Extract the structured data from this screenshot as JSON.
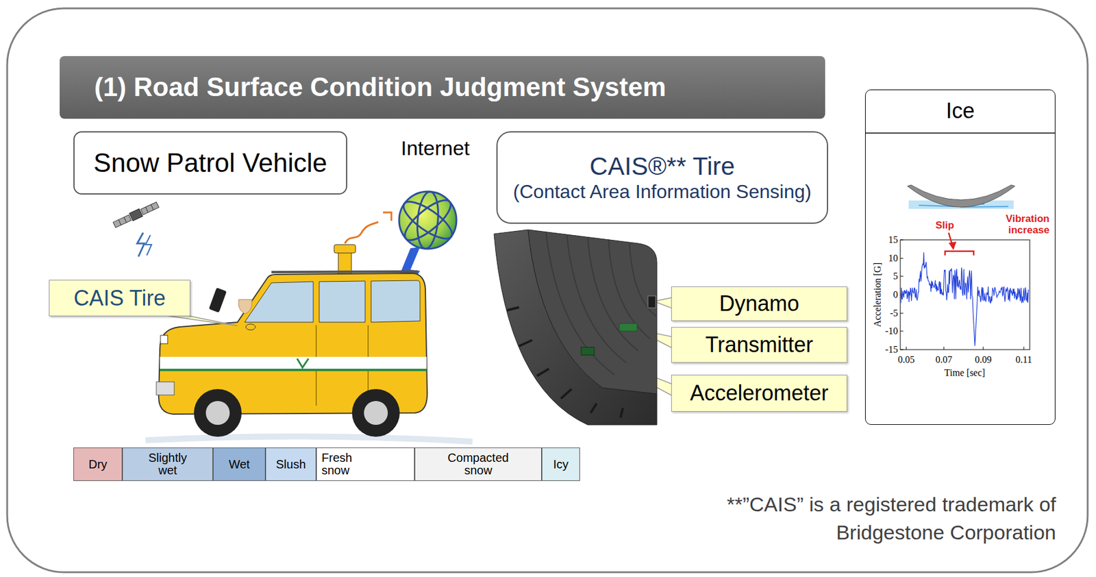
{
  "diagram": {
    "title": "(1) Road Surface Condition Judgment System",
    "nodes": [
      {
        "text": [
          "Snow Patrol Vehicle"
        ]
      },
      {
        "text": [
          "CAIS®** Tire",
          "(Contact Area Information Sensing)"
        ]
      },
      {
        "text": [
          "Ice"
        ]
      },
      {
        "text": [
          "CAIS Tire"
        ]
      },
      {
        "text": [
          "Dynamo"
        ]
      },
      {
        "text": [
          "Transmitter"
        ]
      },
      {
        "text": [
          "Accelerometer"
        ]
      },
      {
        "text": [
          "Dry"
        ]
      },
      {
        "text": [
          "Slightly wet"
        ]
      },
      {
        "text": [
          "Wet"
        ]
      },
      {
        "text": [
          "Slush"
        ]
      },
      {
        "text": [
          "Fresh snow"
        ]
      },
      {
        "text": [
          "Compacted snow"
        ]
      },
      {
        "text": [
          "Icy"
        ]
      }
    ],
    "labels": [
      "Internet",
      "Slip",
      "Vibration increase",
      "15",
      "10",
      "5",
      "0",
      "-5",
      "-10",
      "-15",
      "0.05",
      "0.07",
      "0.09",
      "0.11",
      "Acceleration [G]",
      "Time [sec]",
      "**”CAIS” is a registered trademark of Bridgestone Corporation"
    ]
  }
}
